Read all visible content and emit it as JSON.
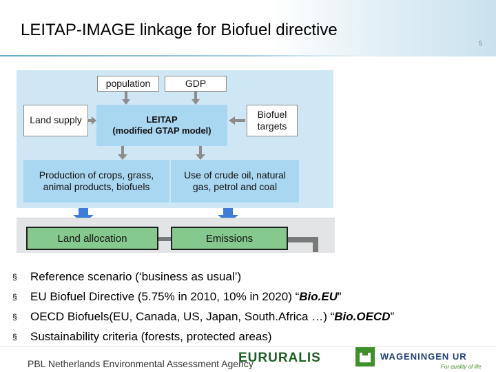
{
  "slide": {
    "title": "LEITAP-IMAGE linkage for Biofuel directive",
    "number": "5"
  },
  "diagram": {
    "population": "population",
    "gdp": "GDP",
    "land_supply": "Land supply",
    "leitap_line1": "LEITAP",
    "leitap_line2": "(modified GTAP model)",
    "biofuel_targets": "Biofuel targets",
    "production": "Production of crops, grass, animal products, biofuels",
    "use_of_oil": "Use of crude oil, natural gas, petrol and coal",
    "land_allocation": "Land  allocation",
    "emissions": "Emissions",
    "colors": {
      "background": "#cfe7f5",
      "mid": "#a9d6f0",
      "dark": "#5fa3dd",
      "green": "#86c98e",
      "arrow": "#3b7dd8"
    }
  },
  "bullets": [
    {
      "text": "Reference scenario (‘business as usual’)",
      "emphasis": ""
    },
    {
      "text": "EU Biofuel Directive (5.75% in 2010, 10% in 2020) “",
      "emphasis": "Bio.EU",
      "close": "”"
    },
    {
      "text": "OECD Biofuels(EU, Canada, US, Japan, South.Africa …) “",
      "emphasis": "Bio.OECD",
      "close": "”"
    },
    {
      "text": "Sustainability criteria (forests, protected areas)",
      "emphasis": ""
    }
  ],
  "bullet_mark": "§",
  "footer": {
    "pbl": "PBL Netherlands Environmental Assessment Agency",
    "eururalis": "EURURALIS",
    "wageningen": "WAGENINGEN UR",
    "wageningen_tagline": "For quality of life"
  }
}
